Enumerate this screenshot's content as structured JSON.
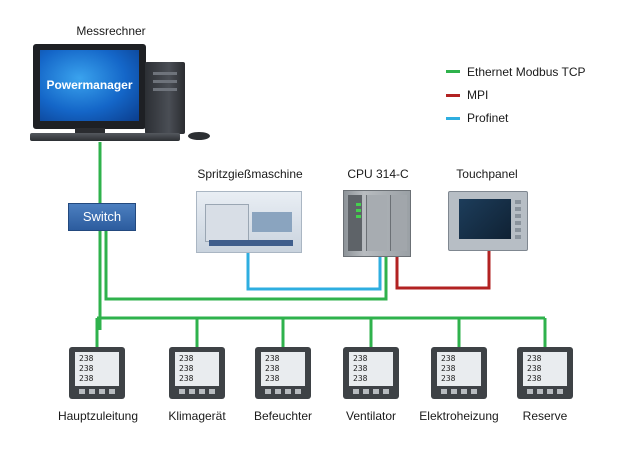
{
  "computer": {
    "caption": "Messrechner",
    "screen_text": "Powermanager"
  },
  "switch": {
    "label": "Switch"
  },
  "devices": {
    "machine": "Spritzgießmaschine",
    "cpu": "CPU 314-C",
    "panel": "Touchpanel"
  },
  "legend": [
    {
      "label": "Ethernet Modbus TCP",
      "color": "#2fb24c"
    },
    {
      "label": "MPI",
      "color": "#b22222"
    },
    {
      "label": "Profinet",
      "color": "#2eaee0"
    }
  ],
  "meters": [
    {
      "label": "Hauptzuleitung",
      "readings": [
        "238",
        "238",
        "238"
      ]
    },
    {
      "label": "Klimagerät",
      "readings": [
        "238",
        "238",
        "238"
      ]
    },
    {
      "label": "Befeuchter",
      "readings": [
        "238",
        "238",
        "238"
      ]
    },
    {
      "label": "Ventilator",
      "readings": [
        "238",
        "238",
        "238"
      ]
    },
    {
      "label": "Elektroheizung",
      "readings": [
        "238",
        "238",
        "238"
      ]
    },
    {
      "label": "Reserve",
      "readings": [
        "238",
        "238",
        "238"
      ]
    }
  ]
}
